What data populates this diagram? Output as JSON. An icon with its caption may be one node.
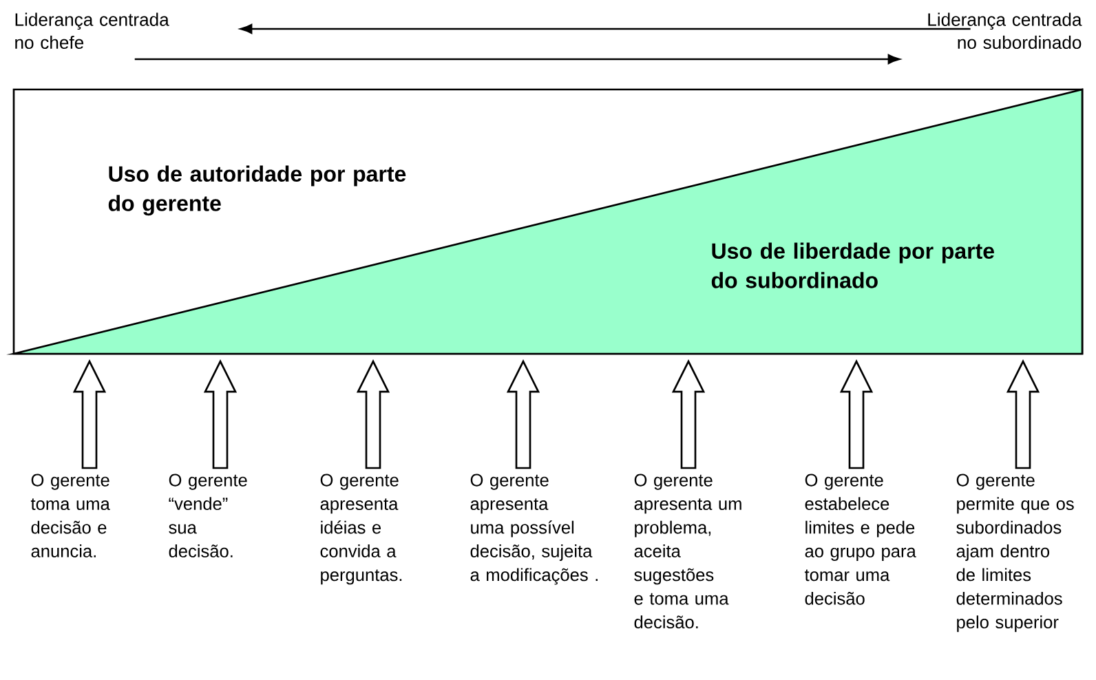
{
  "diagram": {
    "nodes": [
      {
        "text": [
          "Liderança centrada no chefe"
        ]
      },
      {
        "text": [
          "Liderança centrada no subordinado"
        ]
      },
      {
        "text": [
          "Uso de autoridade por parte do gerente"
        ]
      },
      {
        "text": [
          "Uso de liberdade por parte do subordinado"
        ],
        "in": 2
      },
      {
        "text": [
          "O gerente toma uma decisão e anuncia."
        ]
      },
      {
        "text": [
          "O gerente “vende” sua decisão."
        ]
      },
      {
        "text": [
          "O gerente apresenta idéias e convida a perguntas."
        ]
      },
      {
        "text": [
          "O gerente apresenta uma possível decisão, sujeita a modificações ."
        ]
      },
      {
        "text": [
          "O gerente apresenta um problema, aceita sugestões e toma uma decisão."
        ]
      },
      {
        "text": [
          "O gerente estabelece limites e pede ao grupo para tomar uma decisão"
        ]
      },
      {
        "text": [
          "O gerente permite que os subordinados ajam dentro de limites determinados pelo superior"
        ]
      }
    ],
    "edges": [
      {
        "from": 1,
        "to": 0,
        "arrow": "to"
      },
      {
        "from": 0,
        "to": 1,
        "arrow": "to"
      },
      {
        "from": 4,
        "to": 2,
        "arrow": "to"
      },
      {
        "from": 5,
        "to": 2,
        "arrow": "to"
      },
      {
        "from": 6,
        "to": 2,
        "arrow": "to"
      },
      {
        "from": 7,
        "to": 2,
        "arrow": "to"
      },
      {
        "from": 8,
        "to": 3,
        "arrow": "to"
      },
      {
        "from": 9,
        "to": 3,
        "arrow": "to"
      },
      {
        "from": 10,
        "to": 3,
        "arrow": "to"
      }
    ]
  }
}
